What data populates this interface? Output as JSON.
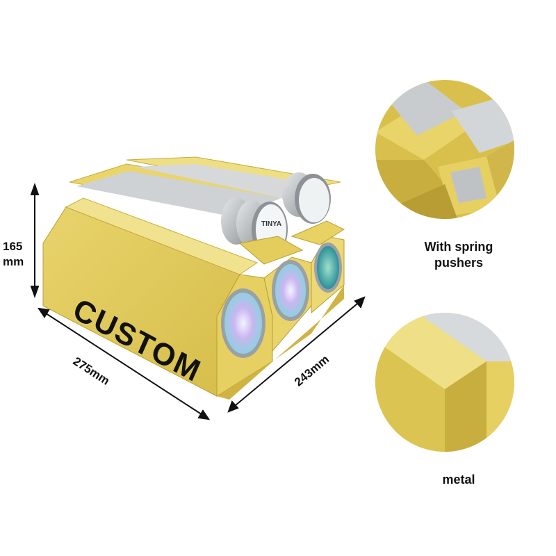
{
  "product": {
    "brand_text": "CUSTOM",
    "can_brand": "TINYA"
  },
  "dimensions": {
    "height_value": "165",
    "height_unit": "mm",
    "width": "275mm",
    "depth": "243mm"
  },
  "details": [
    {
      "caption": "With spring pushers",
      "caption_line1": "With spring",
      "caption_line2": "pushers"
    },
    {
      "caption": "metal"
    }
  ],
  "colors": {
    "gold": "#e3cc5b",
    "gold_dark": "#c9ae3f",
    "gold_light": "#f1e38f",
    "silver": "#b8bcc0",
    "ink": "#111111"
  }
}
